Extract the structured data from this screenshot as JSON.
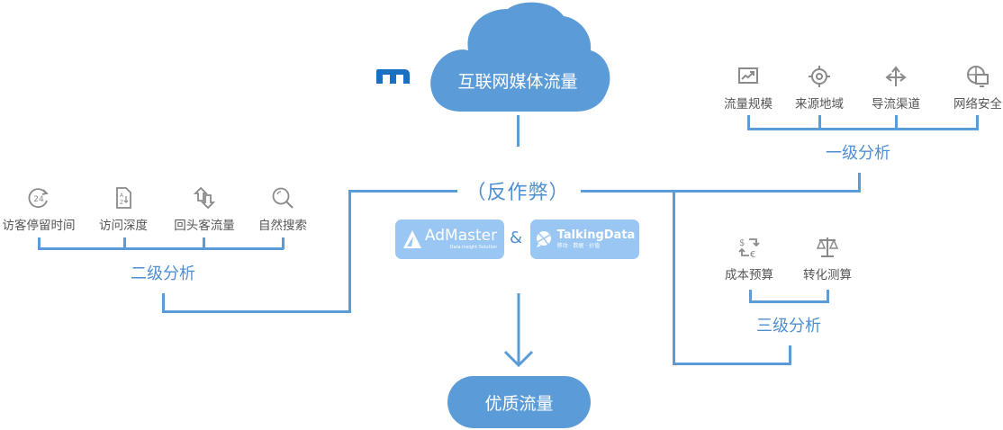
{
  "source": {
    "label": "互联网媒体流量",
    "logo": "m-logo"
  },
  "anti_fraud": {
    "label": "（反作弊）",
    "partners": [
      {
        "name": "AdMaster",
        "tagline": "Data·Insight·Solution",
        "mark": "TM"
      },
      {
        "name": "TalkingData",
        "tagline": "移动 · 数据 · 价值"
      }
    ],
    "joiner": "&"
  },
  "level1": {
    "title": "一级分析",
    "items": [
      {
        "label": "流量规模",
        "icon": "chart-trend-icon"
      },
      {
        "label": "来源地域",
        "icon": "target-icon"
      },
      {
        "label": "导流渠道",
        "icon": "split-arrows-icon"
      },
      {
        "label": "网络安全",
        "icon": "globe-monitor-icon"
      }
    ]
  },
  "level2": {
    "title": "二级分析",
    "items": [
      {
        "label": "访客停留时间",
        "icon": "clock-24-icon",
        "glyph": "24"
      },
      {
        "label": "访问深度",
        "icon": "sort-az-document-icon",
        "glyph": "A Z"
      },
      {
        "label": "回头客流量",
        "icon": "up-down-arrows-icon"
      },
      {
        "label": "自然搜索",
        "icon": "search-icon"
      }
    ]
  },
  "level3": {
    "title": "三级分析",
    "items": [
      {
        "label": "成本预算",
        "icon": "currency-exchange-icon",
        "glyph_a": "$",
        "glyph_b": "€"
      },
      {
        "label": "转化测算",
        "icon": "balance-scale-icon"
      }
    ]
  },
  "result": {
    "label": "优质流量"
  },
  "colors": {
    "accent": "#5b9bd8",
    "text_accent": "#4f8fd1",
    "logo_bg": "#99c6f2",
    "icon_gray": "#8a8a8a"
  }
}
